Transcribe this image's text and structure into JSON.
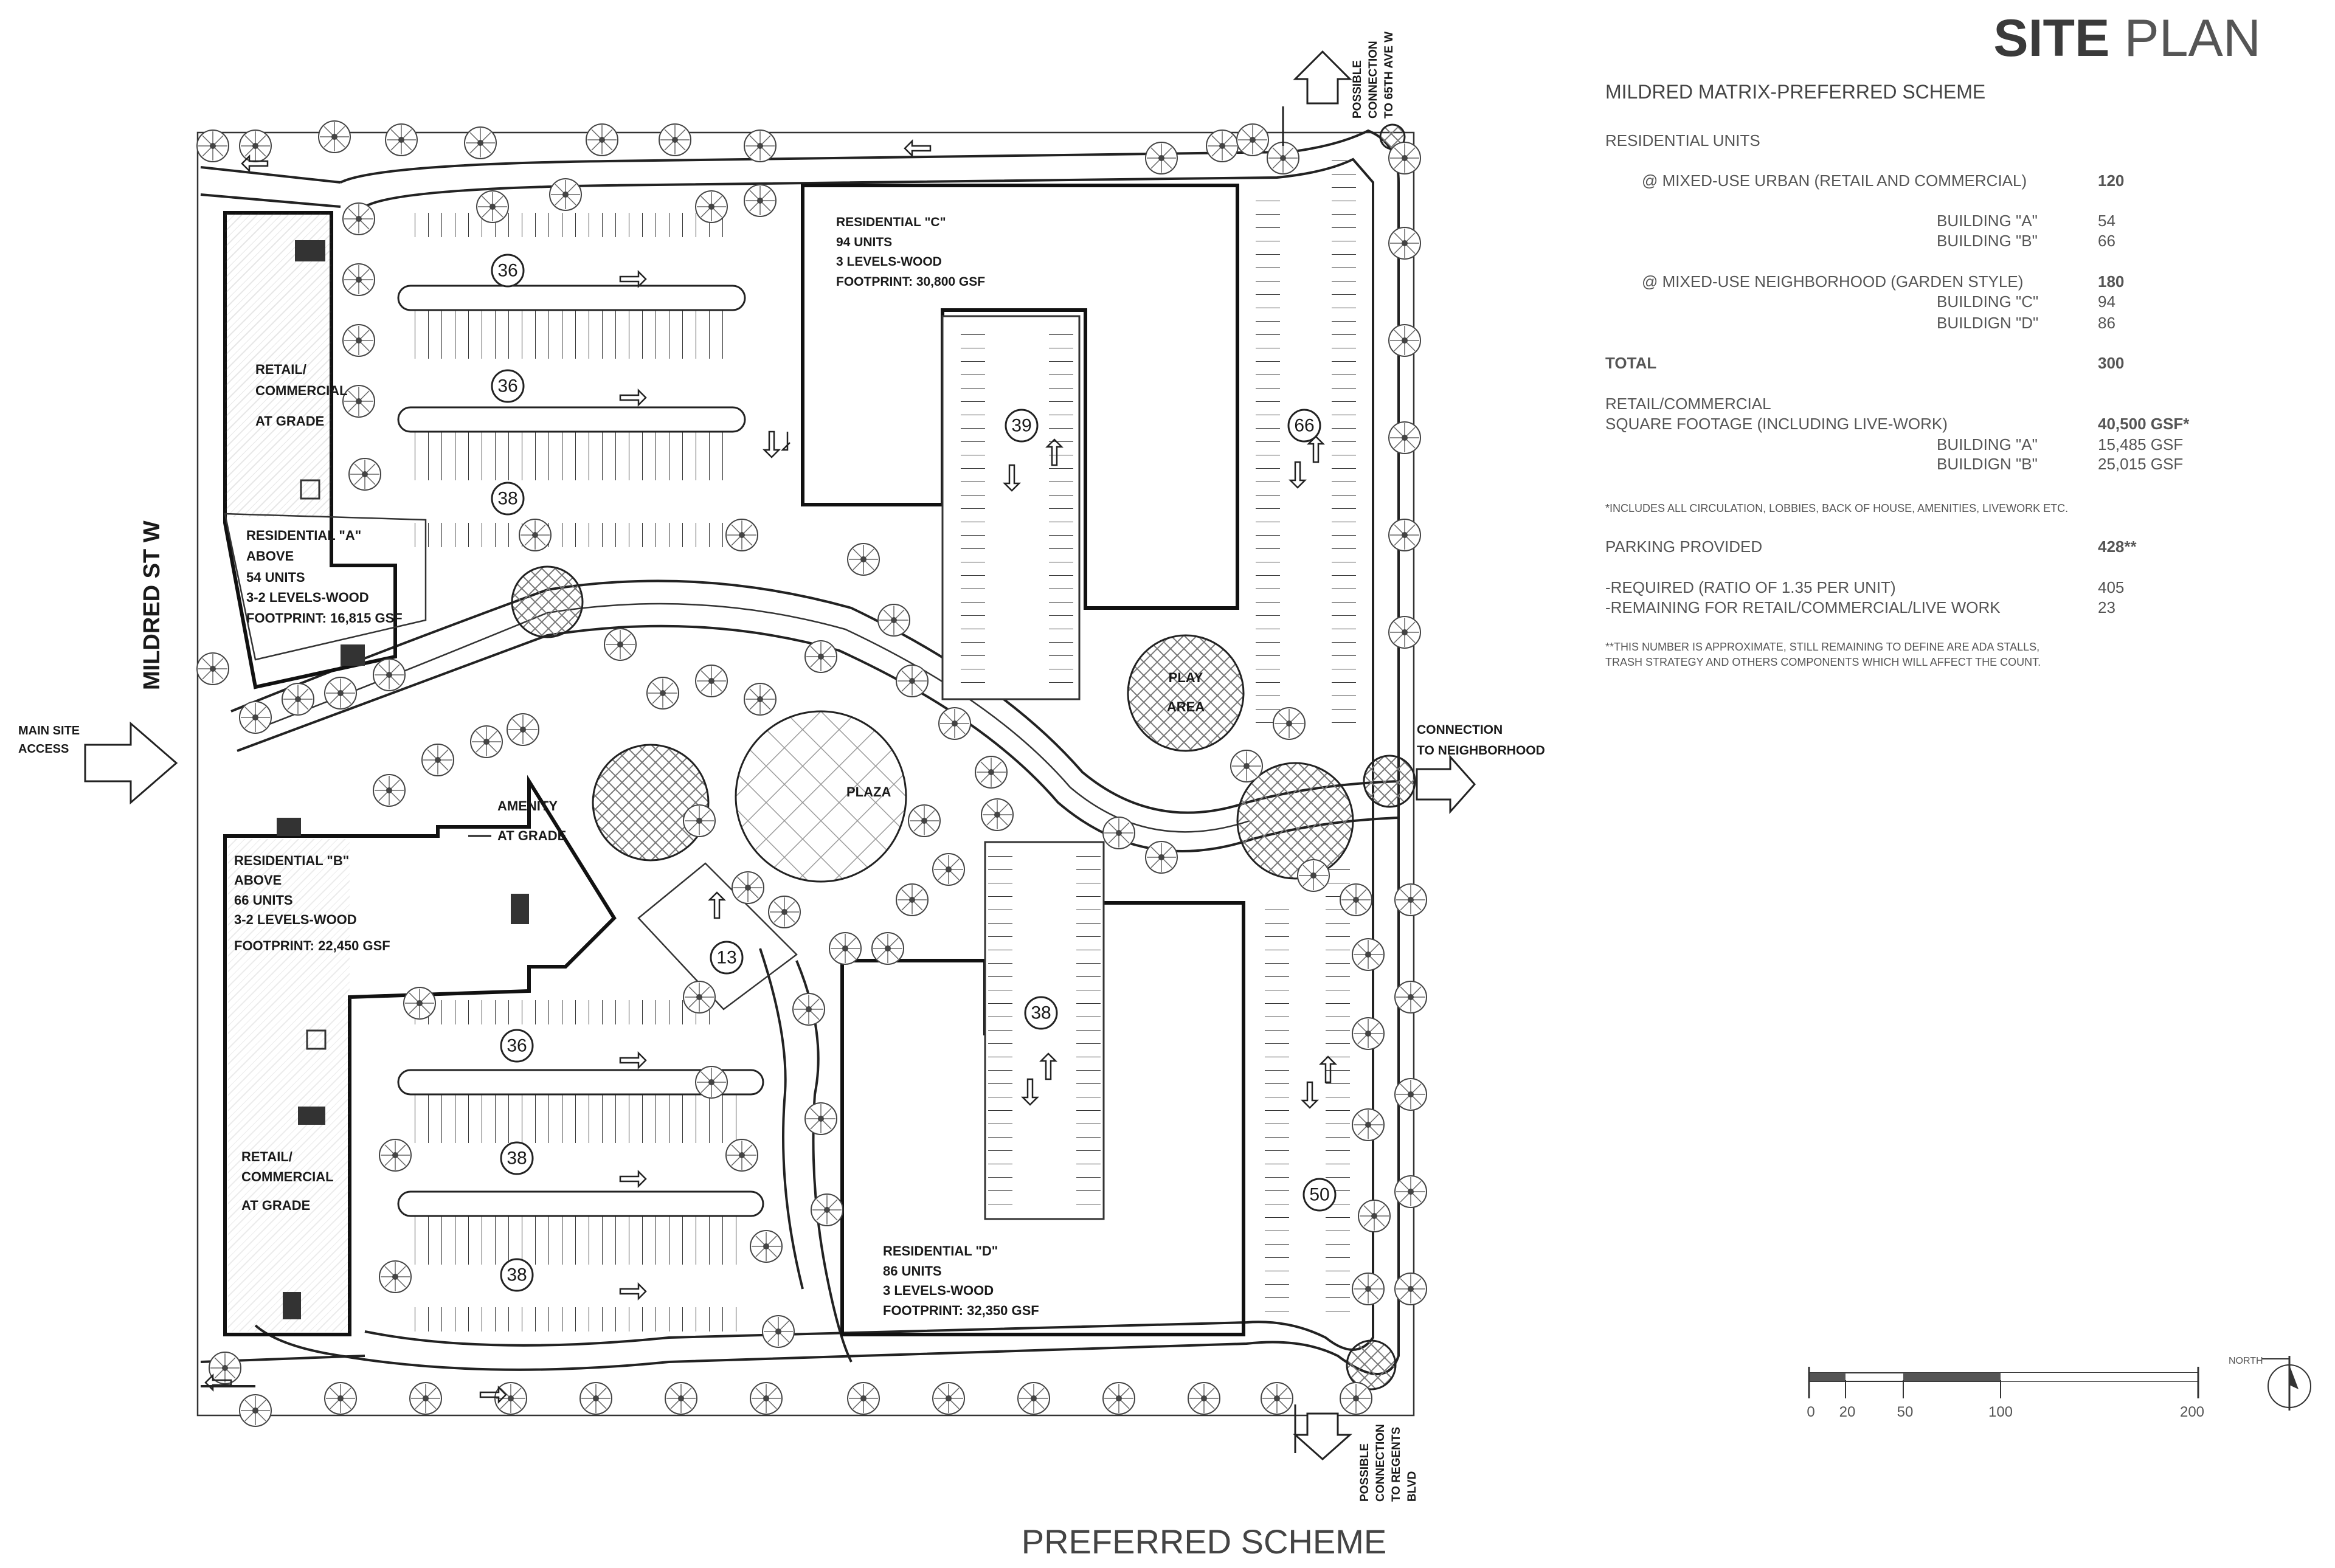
{
  "header": {
    "title_bold": "SITE",
    "title_light": " PLAN",
    "subtitle": "MILDRED MATRIX-PREFERRED SCHEME",
    "bottom_title": "PREFERRED SCHEME"
  },
  "table": {
    "residential_units": "RESIDENTIAL UNITS",
    "urban_label": "@ MIXED-USE URBAN (RETAIL AND COMMERCIAL)",
    "urban_value": "120",
    "bldg_a_label": "BUILDING \"A\"",
    "bldg_a_value": "54",
    "bldg_b_label": "BUILDING \"B\"",
    "bldg_b_value": "66",
    "neighborhood_label": "@ MIXED-USE NEIGHBORHOOD (GARDEN STYLE)",
    "neighborhood_value": "180",
    "bldg_c_label": "BUILDING \"C\"",
    "bldg_c_value": "94",
    "bldg_d_label": "BUILDIGN \"D\"",
    "bldg_d_value": "86",
    "total_label": "TOTAL",
    "total_value": "300",
    "retail_label": "RETAIL/COMMERCIAL",
    "sqft_label": "SQUARE FOOTAGE (INCLUDING LIVE-WORK)",
    "sqft_value": "40,500 GSF*",
    "retail_a_label": "BUILDING \"A\"",
    "retail_a_value": "15,485 GSF",
    "retail_b_label": "BUILDIGN \"B\"",
    "retail_b_value": "25,015 GSF",
    "footnote1": "*INCLUDES ALL CIRCULATION, LOBBIES, BACK OF HOUSE, AMENITIES, LIVEWORK ETC.",
    "parking_label": "PARKING PROVIDED",
    "parking_value": "428**",
    "required_label": "-REQUIRED (RATIO OF 1.35 PER UNIT)",
    "required_value": "405",
    "remaining_label": "-REMAINING FOR RETAIL/COMMERCIAL/LIVE WORK",
    "remaining_value": "23",
    "footnote2_line1": "**THIS NUMBER IS APPROXIMATE, STILL REMAINING TO DEFINE ARE ADA STALLS,",
    "footnote2_line2": "TRASH STRATEGY AND OTHERS COMPONENTS WHICH WILL AFFECT THE COUNT."
  },
  "scale_bar": {
    "t0": "0",
    "t20": "20",
    "t50": "50",
    "t100": "100",
    "t200": "200",
    "north": "NORTH"
  },
  "streets": {
    "mildred": "MILDRED ST W",
    "main_access_1": "MAIN SITE",
    "main_access_2": "ACCESS",
    "conn_neighborhood_1": "CONNECTION",
    "conn_neighborhood_2": "TO NEIGHBORHOOD",
    "conn_65th": [
      "POSSIBLE",
      "CONNECTION",
      "TO 65TH  AVE W"
    ],
    "conn_regents": [
      "POSSIBLE",
      "CONNECTION",
      "TO REGENTS",
      "BLVD"
    ]
  },
  "buildings": {
    "retail_a": [
      "RETAIL/",
      "COMMERCIAL",
      "AT GRADE"
    ],
    "res_a": [
      "RESIDENTIAL \"A\"",
      "ABOVE",
      "54 UNITS",
      "3-2 LEVELS-WOOD",
      "FOOTPRINT: 16,815 GSF"
    ],
    "res_c": [
      "RESIDENTIAL \"C\"",
      "94 UNITS",
      "3 LEVELS-WOOD",
      "FOOTPRINT: 30,800 GSF"
    ],
    "res_b": [
      "RESIDENTIAL \"B\"",
      "ABOVE",
      "66 UNITS",
      "3-2 LEVELS-WOOD",
      "FOOTPRINT: 22,450 GSF"
    ],
    "amenity": [
      "AMENITY",
      "AT GRADE"
    ],
    "retail_b": [
      "RETAIL/",
      "COMMERCIAL",
      "AT GRADE"
    ],
    "res_d": [
      "RESIDENTIAL \"D\"",
      "86 UNITS",
      "3 LEVELS-WOOD",
      "FOOTPRINT: 32,350 GSF"
    ],
    "plaza": "PLAZA",
    "play_area": [
      "PLAY",
      "AREA"
    ]
  },
  "parking_counts": {
    "p36a": "36",
    "p36b": "36",
    "p38a": "38",
    "p39": "39",
    "p66": "66",
    "p13": "13",
    "p36c": "36",
    "p38b": "38",
    "p38c": "38",
    "p38d": "38",
    "p50": "50"
  },
  "colors": {
    "ink": "#1a1a1a",
    "grey": "#555555",
    "hatch": "#6a6a6a"
  }
}
